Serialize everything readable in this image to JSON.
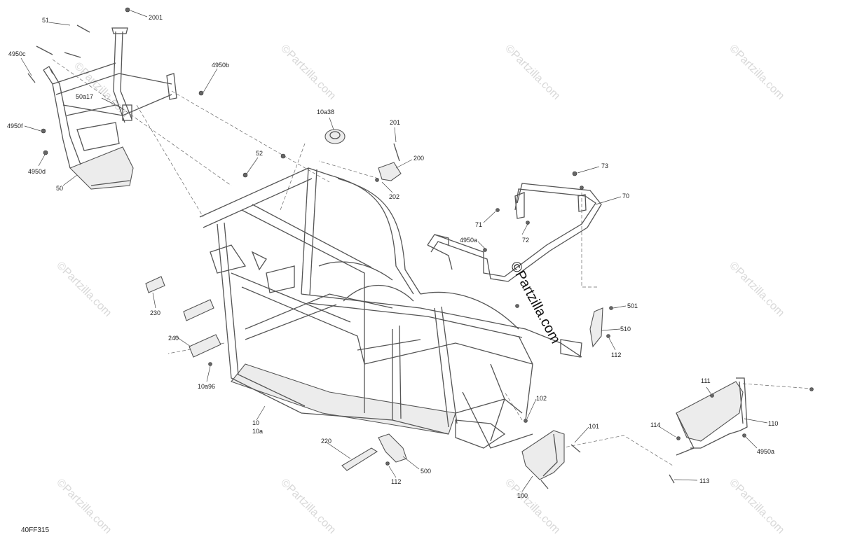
{
  "diagram_code": "40FF315",
  "watermark_text": "©Partzilla.com",
  "center_watermark": "©Partzilla.com",
  "labels": [
    {
      "id": "l2001",
      "text": "2001"
    },
    {
      "id": "l51",
      "text": "51"
    },
    {
      "id": "l4950c",
      "text": "4950c"
    },
    {
      "id": "l4950b",
      "text": "4950b"
    },
    {
      "id": "l50a17",
      "text": "50a17"
    },
    {
      "id": "l4950f",
      "text": "4950f"
    },
    {
      "id": "l4950d",
      "text": "4950d"
    },
    {
      "id": "l50",
      "text": "50"
    },
    {
      "id": "l10a38",
      "text": "10a38"
    },
    {
      "id": "l52",
      "text": "52"
    },
    {
      "id": "l201",
      "text": "201"
    },
    {
      "id": "l200",
      "text": "200"
    },
    {
      "id": "l202",
      "text": "202"
    },
    {
      "id": "l73",
      "text": "73"
    },
    {
      "id": "l70",
      "text": "70"
    },
    {
      "id": "l71",
      "text": "71"
    },
    {
      "id": "l72",
      "text": "72"
    },
    {
      "id": "l4950a_1",
      "text": "4950a"
    },
    {
      "id": "l230",
      "text": "230"
    },
    {
      "id": "l240",
      "text": "240"
    },
    {
      "id": "l10a96",
      "text": "10a96"
    },
    {
      "id": "l10",
      "text": "10"
    },
    {
      "id": "l10a",
      "text": "10a"
    },
    {
      "id": "l501",
      "text": "501"
    },
    {
      "id": "l510",
      "text": "510"
    },
    {
      "id": "l112_1",
      "text": "112"
    },
    {
      "id": "l111",
      "text": "111"
    },
    {
      "id": "l102",
      "text": "102"
    },
    {
      "id": "l101",
      "text": "101"
    },
    {
      "id": "l110",
      "text": "110"
    },
    {
      "id": "l114",
      "text": "114"
    },
    {
      "id": "l4950a_2",
      "text": "4950a"
    },
    {
      "id": "l220",
      "text": "220"
    },
    {
      "id": "l500",
      "text": "500"
    },
    {
      "id": "l112_2",
      "text": "112"
    },
    {
      "id": "l100",
      "text": "100"
    },
    {
      "id": "l113",
      "text": "113"
    }
  ]
}
